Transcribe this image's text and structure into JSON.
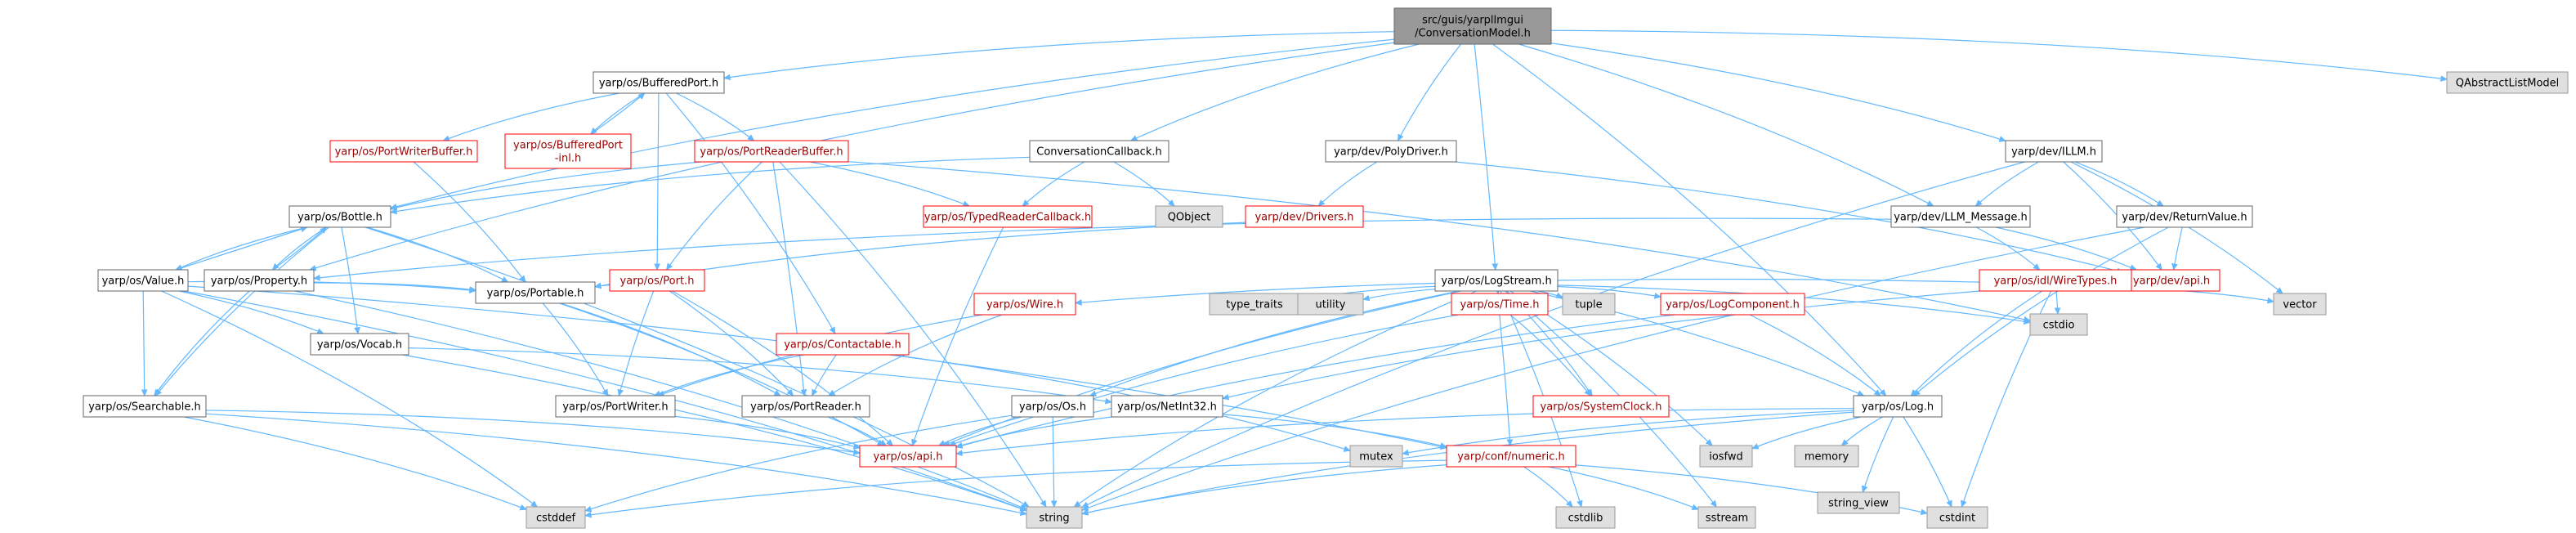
{
  "diagram": {
    "colors": {
      "edge": "#63b8ff",
      "root_fill": "#999999",
      "root_border": "#666666",
      "normal_fill": "#ffffff",
      "normal_border": "#666666",
      "normal_text": "#000000",
      "incomplete_border": "#ff0000",
      "incomplete_text": "#9a0000",
      "external_fill": "#e0e0e0",
      "external_border": "#999999"
    },
    "nodes": {
      "root": {
        "lines": [
          "src/guis/yarpllmgui",
          "/ConversationModel.h"
        ],
        "kind": "root"
      },
      "QAbstractListModel": {
        "lines": [
          "QAbstractListModel"
        ],
        "kind": "external"
      },
      "BufferedPort": {
        "lines": [
          "yarp/os/BufferedPort.h"
        ],
        "kind": "normal"
      },
      "ConversationCallback": {
        "lines": [
          "ConversationCallback.h"
        ],
        "kind": "normal"
      },
      "PolyDriver": {
        "lines": [
          "yarp/dev/PolyDriver.h"
        ],
        "kind": "normal"
      },
      "LogStream": {
        "lines": [
          "yarp/os/LogStream.h"
        ],
        "kind": "normal"
      },
      "ILLM": {
        "lines": [
          "yarp/dev/ILLM.h"
        ],
        "kind": "normal"
      },
      "PortWriterBuffer": {
        "lines": [
          "yarp/os/PortWriterBuffer.h"
        ],
        "kind": "incomplete"
      },
      "BufferedPortInl": {
        "lines": [
          "yarp/os/BufferedPort",
          "-inl.h"
        ],
        "kind": "incomplete"
      },
      "PortReaderBuffer": {
        "lines": [
          "yarp/os/PortReaderBuffer.h"
        ],
        "kind": "incomplete"
      },
      "Bottle": {
        "lines": [
          "yarp/os/Bottle.h"
        ],
        "kind": "normal"
      },
      "TypedReaderCallback": {
        "lines": [
          "yarp/os/TypedReaderCallback.h"
        ],
        "kind": "incomplete"
      },
      "QObject": {
        "lines": [
          "QObject"
        ],
        "kind": "external"
      },
      "Drivers": {
        "lines": [
          "yarp/dev/Drivers.h"
        ],
        "kind": "incomplete"
      },
      "LLM_Message": {
        "lines": [
          "yarp/dev/LLM_Message.h"
        ],
        "kind": "normal"
      },
      "ReturnValue": {
        "lines": [
          "yarp/dev/ReturnValue.h"
        ],
        "kind": "normal"
      },
      "Value": {
        "lines": [
          "yarp/os/Value.h"
        ],
        "kind": "normal"
      },
      "Property": {
        "lines": [
          "yarp/os/Property.h"
        ],
        "kind": "normal"
      },
      "Port": {
        "lines": [
          "yarp/os/Port.h"
        ],
        "kind": "incomplete"
      },
      "devapi": {
        "lines": [
          "yarp/dev/api.h"
        ],
        "kind": "incomplete"
      },
      "WireTypes": {
        "lines": [
          "yarp/os/idl/WireTypes.h"
        ],
        "kind": "incomplete"
      },
      "Portable": {
        "lines": [
          "yarp/os/Portable.h"
        ],
        "kind": "normal"
      },
      "Vocab": {
        "lines": [
          "yarp/os/Vocab.h"
        ],
        "kind": "normal"
      },
      "Contactable": {
        "lines": [
          "yarp/os/Contactable.h"
        ],
        "kind": "incomplete"
      },
      "Wire": {
        "lines": [
          "yarp/os/Wire.h"
        ],
        "kind": "incomplete"
      },
      "type_traits": {
        "lines": [
          "type_traits"
        ],
        "kind": "external"
      },
      "utility": {
        "lines": [
          "utility"
        ],
        "kind": "external"
      },
      "Time": {
        "lines": [
          "yarp/os/Time.h"
        ],
        "kind": "incomplete"
      },
      "tuple": {
        "lines": [
          "tuple"
        ],
        "kind": "external"
      },
      "LogComponent": {
        "lines": [
          "yarp/os/LogComponent.h"
        ],
        "kind": "incomplete"
      },
      "cstdio": {
        "lines": [
          "cstdio"
        ],
        "kind": "external"
      },
      "vector": {
        "lines": [
          "vector"
        ],
        "kind": "external"
      },
      "Searchable": {
        "lines": [
          "yarp/os/Searchable.h"
        ],
        "kind": "normal"
      },
      "PortWriter": {
        "lines": [
          "yarp/os/PortWriter.h"
        ],
        "kind": "normal"
      },
      "PortReader": {
        "lines": [
          "yarp/os/PortReader.h"
        ],
        "kind": "normal"
      },
      "Os": {
        "lines": [
          "yarp/os/Os.h"
        ],
        "kind": "normal"
      },
      "NetInt32": {
        "lines": [
          "yarp/os/NetInt32.h"
        ],
        "kind": "normal"
      },
      "SystemClock": {
        "lines": [
          "yarp/os/SystemClock.h"
        ],
        "kind": "incomplete"
      },
      "Log": {
        "lines": [
          "yarp/os/Log.h"
        ],
        "kind": "normal"
      },
      "osapi": {
        "lines": [
          "yarp/os/api.h"
        ],
        "kind": "incomplete"
      },
      "mutex": {
        "lines": [
          "mutex"
        ],
        "kind": "external"
      },
      "numeric": {
        "lines": [
          "yarp/conf/numeric.h"
        ],
        "kind": "incomplete"
      },
      "iosfwd": {
        "lines": [
          "iosfwd"
        ],
        "kind": "external"
      },
      "memory": {
        "lines": [
          "memory"
        ],
        "kind": "external"
      },
      "string_view": {
        "lines": [
          "string_view"
        ],
        "kind": "external"
      },
      "cstddef": {
        "lines": [
          "cstddef"
        ],
        "kind": "external"
      },
      "string": {
        "lines": [
          "string"
        ],
        "kind": "external"
      },
      "cstdlib": {
        "lines": [
          "cstdlib"
        ],
        "kind": "external"
      },
      "sstream": {
        "lines": [
          "sstream"
        ],
        "kind": "external"
      },
      "cstdint": {
        "lines": [
          "cstdint"
        ],
        "kind": "external"
      }
    },
    "edges": [
      [
        "root",
        "QAbstractListModel"
      ],
      [
        "root",
        "BufferedPort"
      ],
      [
        "root",
        "ConversationCallback"
      ],
      [
        "root",
        "PolyDriver"
      ],
      [
        "root",
        "LogStream"
      ],
      [
        "root",
        "ILLM"
      ],
      [
        "root",
        "LLM_Message"
      ],
      [
        "root",
        "Bottle"
      ],
      [
        "root",
        "Property"
      ],
      [
        "root",
        "Log"
      ],
      [
        "BufferedPort",
        "PortWriterBuffer"
      ],
      [
        "BufferedPort",
        "BufferedPortInl"
      ],
      [
        "BufferedPort",
        "PortReaderBuffer"
      ],
      [
        "BufferedPort",
        "Port"
      ],
      [
        "BufferedPort",
        "Contactable"
      ],
      [
        "BufferedPortInl",
        "BufferedPort"
      ],
      [
        "PortWriterBuffer",
        "Portable"
      ],
      [
        "PortReaderBuffer",
        "Bottle"
      ],
      [
        "PortReaderBuffer",
        "TypedReaderCallback"
      ],
      [
        "PortReaderBuffer",
        "Port"
      ],
      [
        "PortReaderBuffer",
        "PortReader"
      ],
      [
        "PortReaderBuffer",
        "string"
      ],
      [
        "PortReaderBuffer",
        "cstdio"
      ],
      [
        "ConversationCallback",
        "Bottle"
      ],
      [
        "ConversationCallback",
        "TypedReaderCallback"
      ],
      [
        "ConversationCallback",
        "QObject"
      ],
      [
        "TypedReaderCallback",
        "osapi"
      ],
      [
        "PolyDriver",
        "Drivers"
      ],
      [
        "PolyDriver",
        "devapi"
      ],
      [
        "Drivers",
        "Portable"
      ],
      [
        "ILLM",
        "LLM_Message"
      ],
      [
        "ILLM",
        "ReturnValue"
      ],
      [
        "ILLM",
        "devapi"
      ],
      [
        "ILLM",
        "vector"
      ],
      [
        "ILLM",
        "string"
      ],
      [
        "LLM_Message",
        "WireTypes"
      ],
      [
        "LLM_Message",
        "devapi"
      ],
      [
        "LLM_Message",
        "Property"
      ],
      [
        "ReturnValue",
        "devapi"
      ],
      [
        "ReturnValue",
        "Log"
      ],
      [
        "ReturnValue",
        "string"
      ],
      [
        "WireTypes",
        "cstdio"
      ],
      [
        "WireTypes",
        "vector"
      ],
      [
        "WireTypes",
        "Log"
      ],
      [
        "WireTypes",
        "NetInt32"
      ],
      [
        "WireTypes",
        "Wire"
      ],
      [
        "WireTypes",
        "cstdint"
      ],
      [
        "Bottle",
        "Value"
      ],
      [
        "Bottle",
        "Property"
      ],
      [
        "Bottle",
        "Portable"
      ],
      [
        "Bottle",
        "Searchable"
      ],
      [
        "Bottle",
        "Vocab"
      ],
      [
        "Bottle",
        "string"
      ],
      [
        "Value",
        "Bottle"
      ],
      [
        "Value",
        "Portable"
      ],
      [
        "Value",
        "Searchable"
      ],
      [
        "Value",
        "Vocab"
      ],
      [
        "Value",
        "cstddef"
      ],
      [
        "Value",
        "string"
      ],
      [
        "Value",
        "numeric"
      ],
      [
        "Property",
        "Bottle"
      ],
      [
        "Property",
        "Portable"
      ],
      [
        "Property",
        "Searchable"
      ],
      [
        "Property",
        "string"
      ],
      [
        "Port",
        "Portable"
      ],
      [
        "Port",
        "PortWriter"
      ],
      [
        "Port",
        "PortReader"
      ],
      [
        "Port",
        "osapi"
      ],
      [
        "Portable",
        "PortReader"
      ],
      [
        "Portable",
        "PortWriter"
      ],
      [
        "Portable",
        "osapi"
      ],
      [
        "Vocab",
        "NetInt32"
      ],
      [
        "Vocab",
        "string"
      ],
      [
        "Contactable",
        "PortReader"
      ],
      [
        "Contactable",
        "PortWriter"
      ],
      [
        "Contactable",
        "mutex"
      ],
      [
        "Wire",
        "PortReader"
      ],
      [
        "Wire",
        "PortWriter"
      ],
      [
        "Searchable",
        "osapi"
      ],
      [
        "Searchable",
        "cstddef"
      ],
      [
        "Searchable",
        "string"
      ],
      [
        "PortWriter",
        "osapi"
      ],
      [
        "PortReader",
        "osapi"
      ],
      [
        "Os",
        "osapi"
      ],
      [
        "Os",
        "string"
      ],
      [
        "Os",
        "cstddef"
      ],
      [
        "NetInt32",
        "osapi"
      ],
      [
        "NetInt32",
        "numeric"
      ],
      [
        "numeric",
        "cstddef"
      ],
      [
        "numeric",
        "cstdint"
      ],
      [
        "numeric",
        "cstdlib"
      ],
      [
        "numeric",
        "sstream"
      ],
      [
        "numeric",
        "string"
      ],
      [
        "LogStream",
        "type_traits"
      ],
      [
        "LogStream",
        "utility"
      ],
      [
        "LogStream",
        "tuple"
      ],
      [
        "LogStream",
        "cstdio"
      ],
      [
        "LogStream",
        "Time"
      ],
      [
        "LogStream",
        "LogComponent"
      ],
      [
        "LogStream",
        "Log"
      ],
      [
        "LogStream",
        "Os"
      ],
      [
        "LogStream",
        "SystemClock"
      ],
      [
        "LogStream",
        "string"
      ],
      [
        "LogStream",
        "sstream"
      ],
      [
        "LogStream",
        "iosfwd"
      ],
      [
        "LogStream",
        "cstdlib"
      ],
      [
        "LogStream",
        "osapi"
      ],
      [
        "LogStream",
        "numeric"
      ],
      [
        "Time",
        "osapi"
      ],
      [
        "Time",
        "SystemClock"
      ],
      [
        "LogComponent",
        "Log"
      ],
      [
        "LogComponent",
        "osapi"
      ],
      [
        "Log",
        "osapi"
      ],
      [
        "Log",
        "mutex"
      ],
      [
        "Log",
        "iosfwd"
      ],
      [
        "Log",
        "memory"
      ],
      [
        "Log",
        "string_view"
      ],
      [
        "Log",
        "cstdint"
      ],
      [
        "Log",
        "string"
      ]
    ]
  }
}
